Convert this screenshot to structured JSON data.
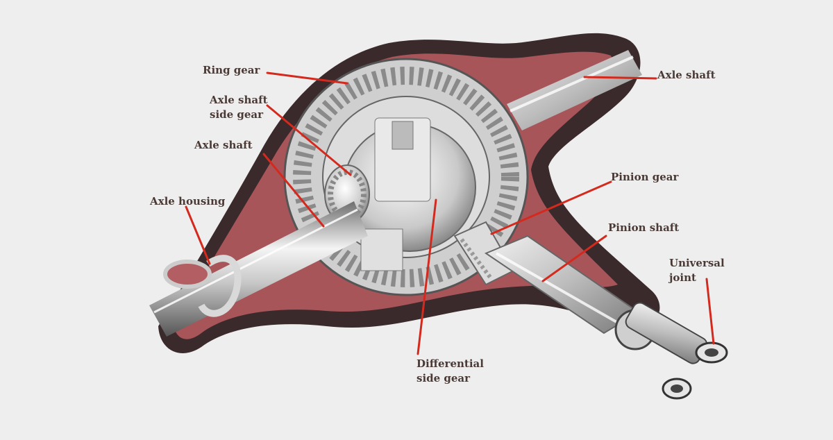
{
  "labels": {
    "ring_gear": "Ring gear",
    "axle_shaft_side_gear": "Axle shaft\nside gear",
    "axle_shaft_left": "Axle shaft",
    "axle_housing": "Axle housing",
    "axle_shaft_right": "Axle shaft",
    "pinion_gear": "Pinion gear",
    "pinion_shaft": "Pinion shaft",
    "universal_joint": "Universal\njoint",
    "differential_side_gear": "Differential\nside gear"
  },
  "colors": {
    "background": "#efeeee",
    "leader_line": "#d42a1e",
    "label_text": "#4a3a36",
    "housing_interior": "#a8555a",
    "housing_dark": "#3a2a2c",
    "steel_light": "#e4e4e4",
    "steel_mid": "#b5b5b5"
  }
}
